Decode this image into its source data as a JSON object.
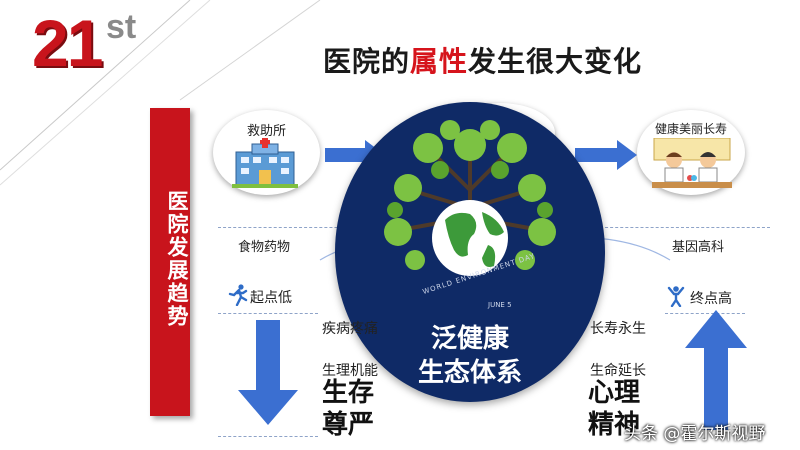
{
  "logo": {
    "number": "21",
    "suffix": "st"
  },
  "title": {
    "prefix": "医院的",
    "highlight": "属性",
    "suffix": "发生很大变化"
  },
  "side_bar": {
    "text": "医院发展趋势"
  },
  "left_circle": {
    "label": "救助所"
  },
  "right_circle": {
    "label": "健康美丽长寿"
  },
  "labels": {
    "food_medicine": "食物药物",
    "gene_tech": "基因高科",
    "start_low": "起点低",
    "end_high": "终点高",
    "disease_pain": "疾病疼痛",
    "longevity": "长寿永生",
    "physiology": "生理机能",
    "life_extension": "生命延长"
  },
  "big_words": {
    "left_line1": "生存",
    "left_line2": "尊严",
    "right_line1": "心理",
    "right_line2": "精神"
  },
  "globe": {
    "line1": "泛健康",
    "line2": "生态体系",
    "arc_text": "WORLD ENVIRONMENT DAY",
    "date_text": "JUNE 5"
  },
  "watermark": {
    "text": "头条 @霍尔斯视野"
  },
  "colors": {
    "red": "#c8141c",
    "navy": "#0f2a66",
    "blue": "#3b6fd1",
    "green": "#6cb82e"
  }
}
